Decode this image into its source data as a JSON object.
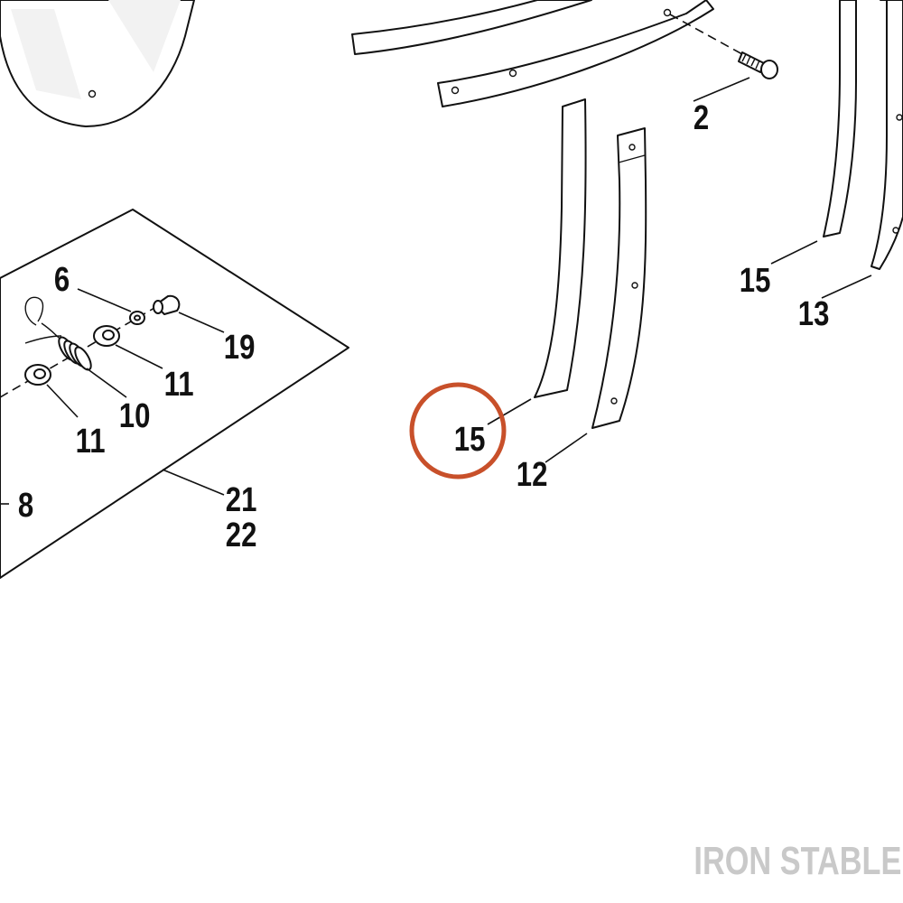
{
  "callouts": {
    "c2": "2",
    "c6": "6",
    "c8": "8",
    "c10": "10",
    "c11a": "11",
    "c11b": "11",
    "c12": "12",
    "c13": "13",
    "c15a": "15",
    "c15b": "15",
    "c19": "19",
    "c21": "21",
    "c22": "22"
  },
  "highlight": {
    "label": "15",
    "color": "#C8502A"
  },
  "watermark": "IRON STABLE",
  "colors": {
    "ink": "#111111",
    "watermark": "#C9C9C9",
    "background": "#FFFFFF"
  }
}
